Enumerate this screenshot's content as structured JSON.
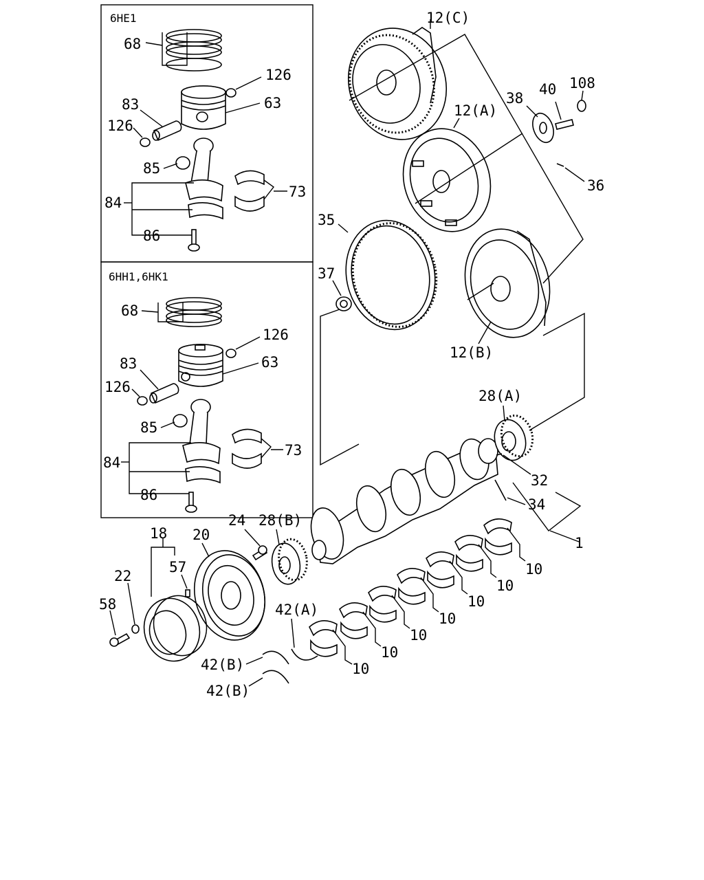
{
  "boxes": {
    "top_model": "6HE1",
    "bottom_model": "6HH1,6HK1"
  },
  "labels": {
    "p68a": "68",
    "p126a": "126",
    "p83a": "83",
    "p63a": "63",
    "p126b": "126",
    "p85a": "85",
    "p73a": "73",
    "p84a": "84",
    "p86a": "86",
    "p68b": "68",
    "p126c": "126",
    "p83b": "83",
    "p63b": "63",
    "p126d": "126",
    "p85b": "85",
    "p73b": "73",
    "p84b": "84",
    "p86b": "86",
    "p12c": "12(C)",
    "p12a": "12(A)",
    "p12b": "12(B)",
    "p38": "38",
    "p40": "40",
    "p108": "108",
    "p36": "36",
    "p35": "35",
    "p37": "37",
    "p28a": "28(A)",
    "p32": "32",
    "p34": "34",
    "p1": "1",
    "p24": "24",
    "p28b": "28(B)",
    "p18": "18",
    "p20": "20",
    "p57": "57",
    "p22": "22",
    "p58": "58",
    "p42a": "42(A)",
    "p42b1": "42(B)",
    "p42b2": "42(B)",
    "p10": [
      "10",
      "10",
      "10",
      "10",
      "10",
      "10",
      "10"
    ]
  },
  "icons": [
    "piston-ring-set-icon",
    "piston-icon",
    "piston-pin-icon",
    "snap-ring-icon",
    "connecting-rod-icon",
    "bearing-shell-icon",
    "bolt-icon",
    "flywheel-icon",
    "ring-gear-icon",
    "pilot-bearing-icon",
    "crankshaft-icon",
    "timing-gear-icon",
    "pulley-icon",
    "damper-icon",
    "thrust-washer-icon",
    "main-bearing-icon"
  ]
}
